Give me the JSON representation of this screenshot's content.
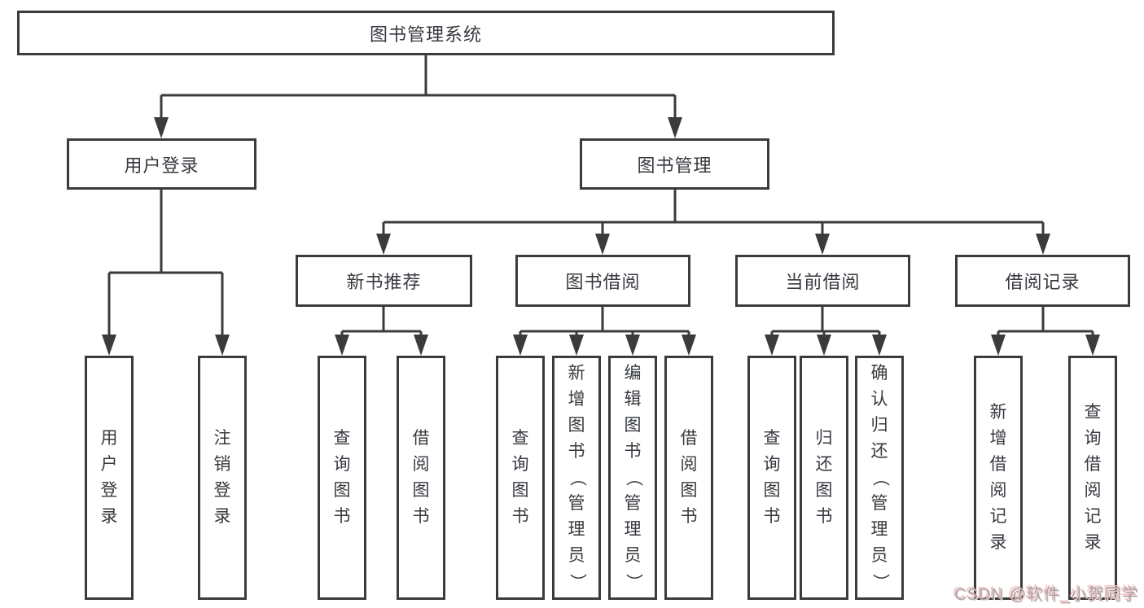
{
  "diagram": {
    "title": "图书管理系统",
    "type": "hierarchy-tree",
    "colors": {
      "line": "#3b3b3b",
      "box_border": "#3b3b3b",
      "text": "#36393f",
      "background": "#ffffff",
      "watermark_text": "#a6a6a6",
      "watermark_shadow": "#f3bdbd"
    }
  },
  "root": {
    "label": "图书管理系统"
  },
  "level2": [
    {
      "id": "user-login-group",
      "label": "用户登录",
      "parent": "图书管理系统"
    },
    {
      "id": "book-management-group",
      "label": "图书管理",
      "parent": "图书管理系统"
    }
  ],
  "level3": [
    {
      "id": "new-book-recommend",
      "label": "新书推荐",
      "parent": "图书管理"
    },
    {
      "id": "book-borrowing",
      "label": "图书借阅",
      "parent": "图书管理"
    },
    {
      "id": "current-borrowing",
      "label": "当前借阅",
      "parent": "图书管理"
    },
    {
      "id": "borrowing-records",
      "label": "借阅记录",
      "parent": "图书管理"
    }
  ],
  "leaves": [
    {
      "id": "user-login",
      "label": "用户登录",
      "parent": "用户登录"
    },
    {
      "id": "logout",
      "label": "注销登录",
      "parent": "用户登录"
    },
    {
      "id": "query-books-recommend",
      "label": "查询图书",
      "parent": "新书推荐"
    },
    {
      "id": "borrow-books-recommend",
      "label": "借阅图书",
      "parent": "新书推荐"
    },
    {
      "id": "query-books-borrowing",
      "label": "查询图书",
      "parent": "图书借阅"
    },
    {
      "id": "add-books-admin",
      "label": "新增图书（管理员）",
      "parent": "图书借阅"
    },
    {
      "id": "edit-books-admin",
      "label": "编辑图书（管理员）",
      "parent": "图书借阅"
    },
    {
      "id": "borrow-books-borrowing",
      "label": "借阅图书",
      "parent": "图书借阅"
    },
    {
      "id": "query-books-current",
      "label": "查询图书",
      "parent": "当前借阅"
    },
    {
      "id": "return-books",
      "label": "归还图书",
      "parent": "当前借阅"
    },
    {
      "id": "confirm-return-admin",
      "label": "确认归还（管理员）",
      "parent": "当前借阅"
    },
    {
      "id": "add-borrow-record",
      "label": "新增借阅记录",
      "parent": "借阅记录"
    },
    {
      "id": "query-borrow-record",
      "label": "查询借阅记录",
      "parent": "借阅记录"
    }
  ],
  "watermark": {
    "text": "CSDN @软件_小贺同学"
  }
}
